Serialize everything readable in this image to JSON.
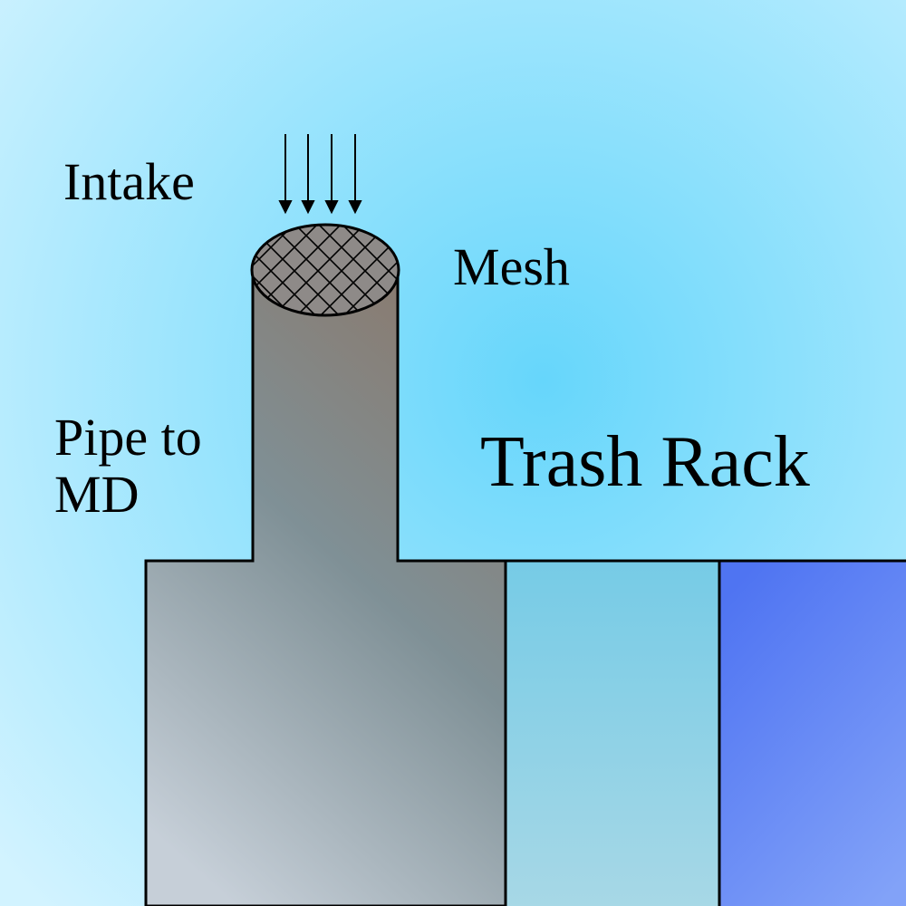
{
  "labels": {
    "intake": "Intake",
    "mesh": "Mesh",
    "pipe_line1": "Pipe to",
    "pipe_line2": "MD",
    "trash_rack": "Trash Rack"
  },
  "colors": {
    "water_light": "#d2f3ff",
    "water_mid": "#66d6fb",
    "pipe_dark": "#8a7a6e",
    "pipe_light": "#c6cfd8",
    "panel_middle_top": "#76cbe6",
    "panel_middle_bottom": "#a8d8e6",
    "panel_right_top": "#4f74f2",
    "panel_right_bottom": "#82a2f8",
    "outline": "#000000"
  },
  "icons": {
    "flow_arrows": "down-arrows-icon",
    "mesh": "crosshatch-mesh-icon"
  }
}
